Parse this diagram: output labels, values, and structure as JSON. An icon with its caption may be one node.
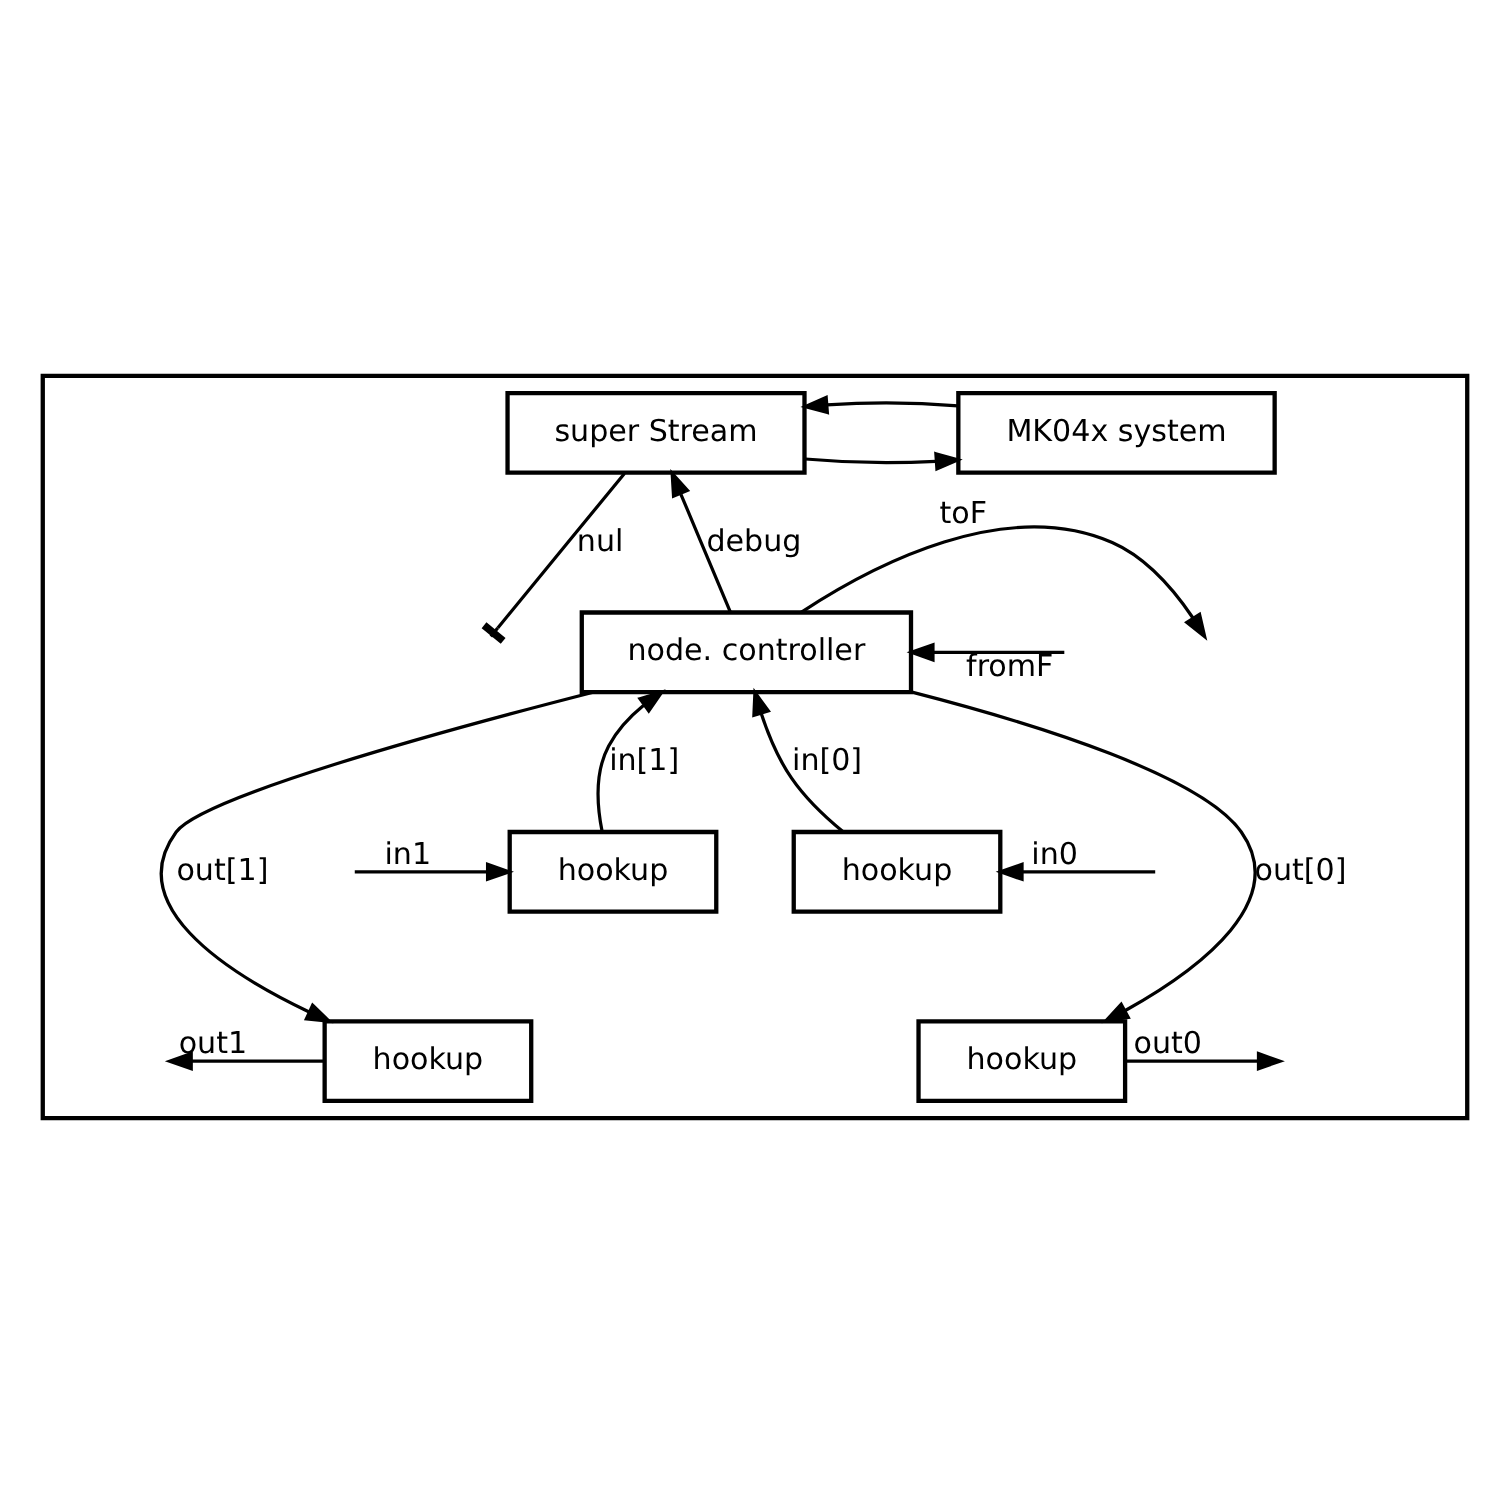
{
  "diagram": {
    "nodes": [
      {
        "text": [],
        "shape": "box"
      },
      {
        "text": [
          "super Stream"
        ],
        "in": 0
      },
      {
        "text": [
          "MK04x system"
        ],
        "in": 0
      },
      {
        "text": [
          "node. controller"
        ],
        "in": 0
      },
      {
        "text": [
          "hookup"
        ],
        "in": 0
      },
      {
        "text": [
          "hookup"
        ],
        "in": 0
      },
      {
        "text": [
          "hookup"
        ],
        "in": 0
      },
      {
        "text": [
          "hookup"
        ],
        "in": 0
      }
    ],
    "edges": [
      {
        "from": 1,
        "to": null,
        "arrow": "other",
        "label": "nul"
      },
      {
        "from": 1,
        "to": 2,
        "arrow": "to"
      },
      {
        "from": 2,
        "to": 1,
        "arrow": "to"
      },
      {
        "from": 3,
        "to": 1,
        "arrow": "to",
        "label": "debug"
      },
      {
        "from": 3,
        "to": null,
        "arrow": "to",
        "label": "toF"
      },
      {
        "from": null,
        "to": 3,
        "arrow": "to",
        "label": "fromF"
      },
      {
        "from": 4,
        "to": 3,
        "arrow": "to",
        "label": "in[1]"
      },
      {
        "from": 5,
        "to": 3,
        "arrow": "to",
        "label": "in[0]"
      },
      {
        "from": 3,
        "to": 6,
        "arrow": "to",
        "label": "out[1]"
      },
      {
        "from": 3,
        "to": 7,
        "arrow": "to",
        "label": "out[0]"
      },
      {
        "from": null,
        "to": 4,
        "arrow": "to",
        "label": "in1"
      },
      {
        "from": null,
        "to": 5,
        "arrow": "to",
        "label": "in0"
      },
      {
        "from": 6,
        "to": null,
        "arrow": "to",
        "label": "out1"
      },
      {
        "from": 7,
        "to": null,
        "arrow": "to",
        "label": "out0"
      }
    ]
  }
}
